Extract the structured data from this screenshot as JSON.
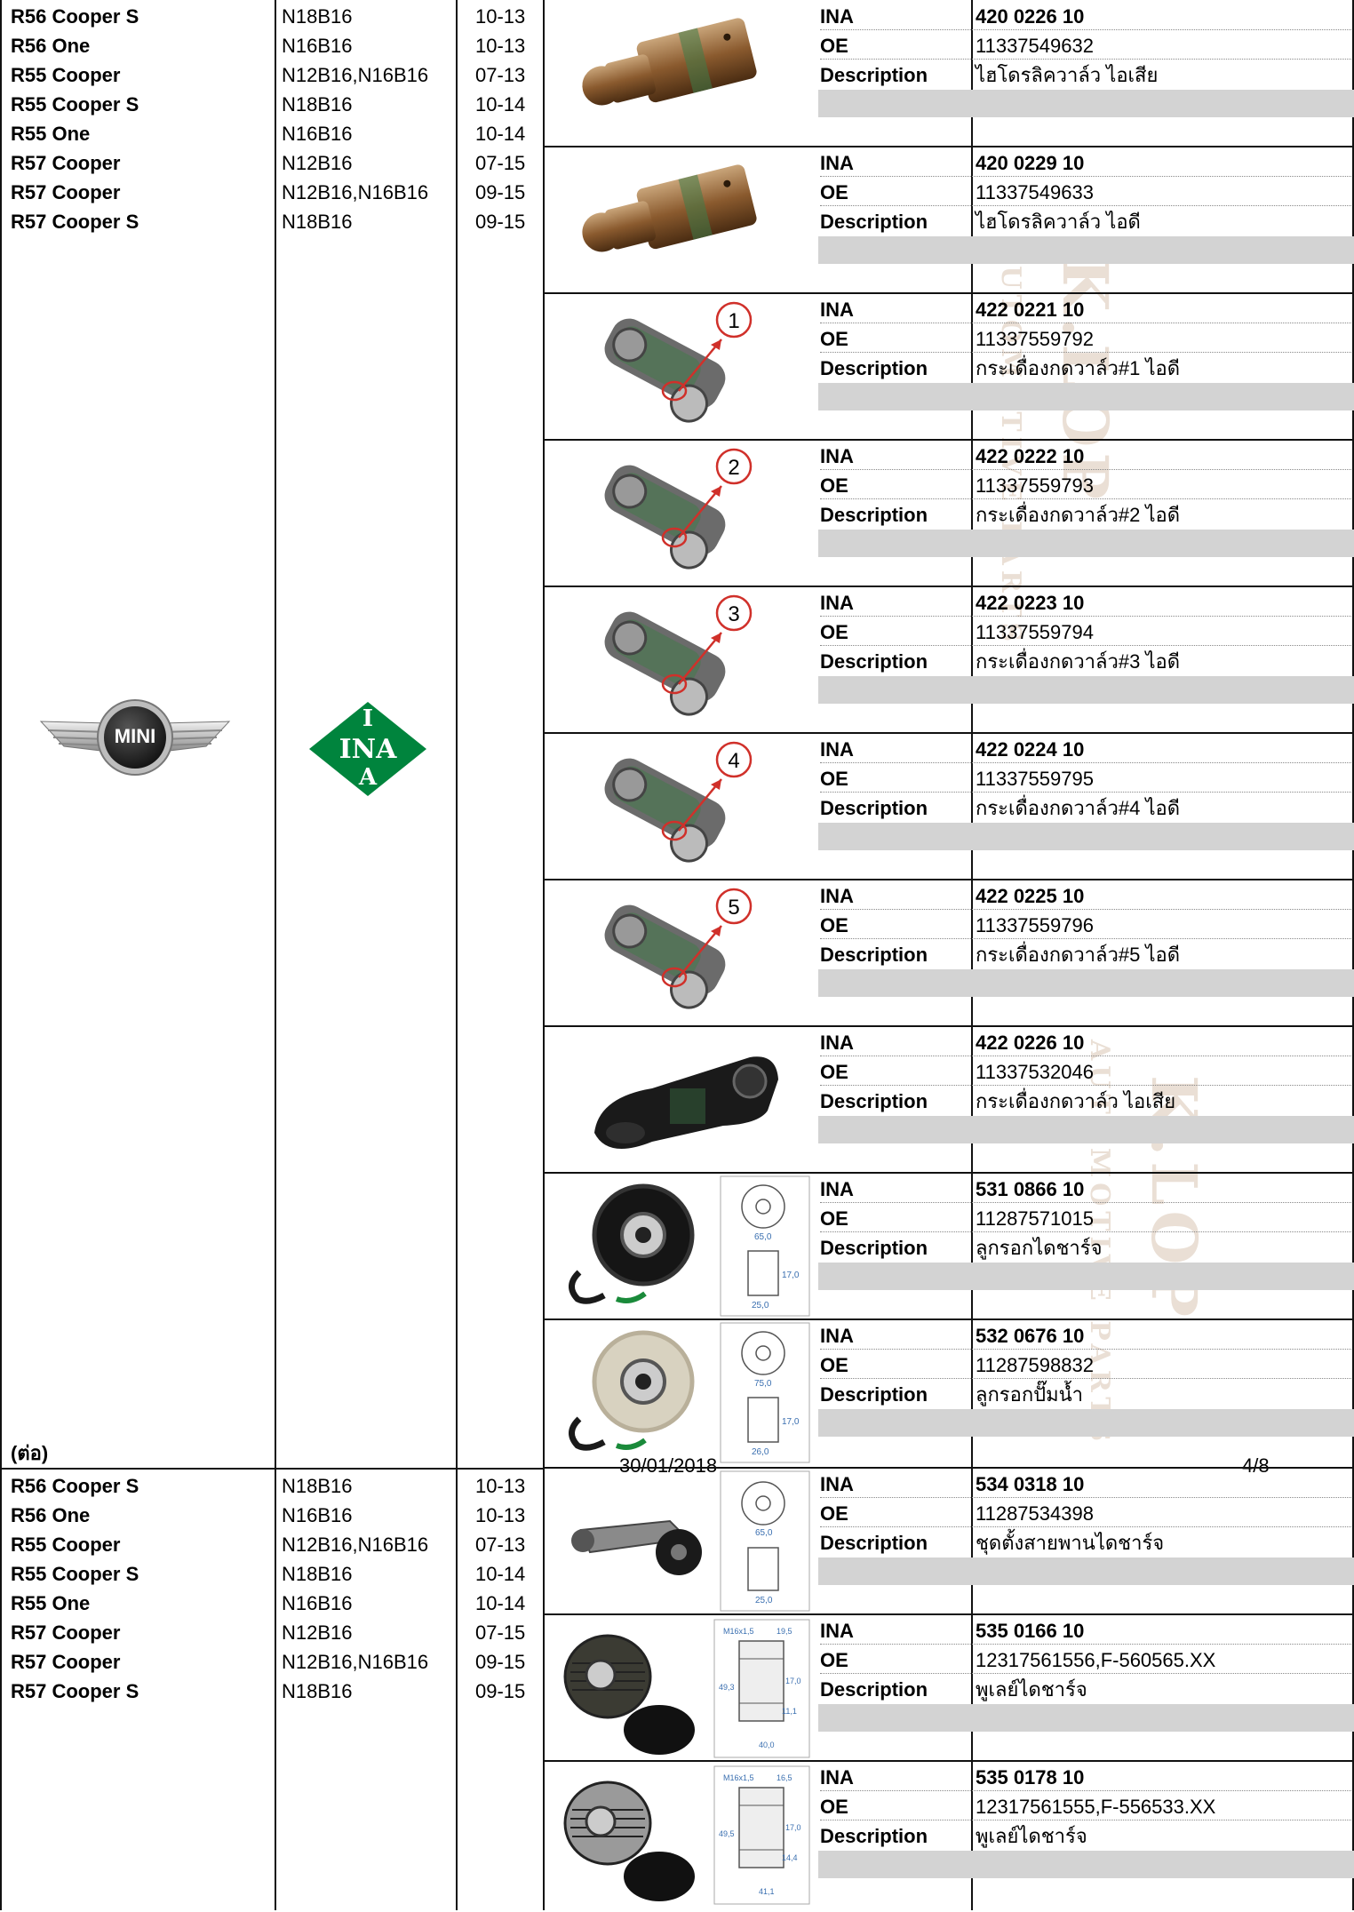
{
  "vehicles_top": [
    {
      "model": "R56 Cooper S",
      "engine": "N18B16",
      "years": "10-13"
    },
    {
      "model": "R56 One",
      "engine": "N16B16",
      "years": "10-13"
    },
    {
      "model": "R55 Cooper",
      "engine": "N12B16,N16B16",
      "years": "07-13"
    },
    {
      "model": "R55 Cooper S",
      "engine": "N18B16",
      "years": "10-14"
    },
    {
      "model": "R55 One",
      "engine": "N16B16",
      "years": "10-14"
    },
    {
      "model": "R57 Cooper",
      "engine": "N12B16",
      "years": "07-15"
    },
    {
      "model": "R57 Cooper",
      "engine": "N12B16,N16B16",
      "years": "09-15"
    },
    {
      "model": "R57 Cooper S",
      "engine": "N18B16",
      "years": "09-15"
    }
  ],
  "continued_label": "(ต่อ)",
  "vehicles_bottom": [
    {
      "model": "R56 Cooper S",
      "engine": "N18B16",
      "years": "10-13"
    },
    {
      "model": "R56 One",
      "engine": "N16B16",
      "years": "10-13"
    },
    {
      "model": "R55 Cooper",
      "engine": "N12B16,N16B16",
      "years": "07-13"
    },
    {
      "model": "R55 Cooper S",
      "engine": "N18B16",
      "years": "10-14"
    },
    {
      "model": "R55 One",
      "engine": "N16B16",
      "years": "10-14"
    },
    {
      "model": "R57 Cooper",
      "engine": "N12B16",
      "years": "07-15"
    },
    {
      "model": "R57 Cooper",
      "engine": "N12B16,N16B16",
      "years": "09-15"
    },
    {
      "model": "R57 Cooper S",
      "engine": "N18B16",
      "years": "09-15"
    }
  ],
  "brand_logo_text": "MINI",
  "ina_logo": {
    "top": "I",
    "mid": "INA",
    "bottom": "A"
  },
  "labels": {
    "ina": "INA",
    "oe": "OE",
    "description": "Description"
  },
  "parts": [
    {
      "ina": "420 0226 10",
      "oe": "11337549632",
      "description": "ไฮโดรลิควาล์ว ไอเสีย",
      "icon": "hydraulic-lifter"
    },
    {
      "ina": "420 0229 10",
      "oe": "11337549633",
      "description": "ไฮโดรลิควาล์ว ไอดี",
      "icon": "hydraulic-lifter"
    },
    {
      "ina": "422 0221 10",
      "oe": "11337559792",
      "description": "กระเดื่องกดวาล์ว#1 ไอดี",
      "icon": "rocker-arm",
      "badge": "1"
    },
    {
      "ina": "422 0222 10",
      "oe": "11337559793",
      "description": "กระเดื่องกดวาล์ว#2 ไอดี",
      "icon": "rocker-arm",
      "badge": "2"
    },
    {
      "ina": "422 0223 10",
      "oe": "11337559794",
      "description": "กระเดื่องกดวาล์ว#3 ไอดี",
      "icon": "rocker-arm",
      "badge": "3"
    },
    {
      "ina": "422 0224 10",
      "oe": "11337559795",
      "description": "กระเดื่องกดวาล์ว#4 ไอดี",
      "icon": "rocker-arm",
      "badge": "4"
    },
    {
      "ina": "422 0225 10",
      "oe": "11337559796",
      "description": "กระเดื่องกดวาล์ว#5 ไอดี",
      "icon": "rocker-arm",
      "badge": "5"
    },
    {
      "ina": "422 0226 10",
      "oe": "11337532046",
      "description": "กระเดื่องกดวาล์ว ไอเสีย",
      "icon": "rocker-arm-black"
    },
    {
      "ina": "531 0866 10",
      "oe": "11287571015",
      "description": "ลูกรอกไดชาร์จ",
      "icon": "idler-pulley",
      "dims": [
        "65,0",
        "17,0",
        "25,0"
      ]
    },
    {
      "ina": "532 0676 10",
      "oe": "11287598832",
      "description": "ลูกรอกปั๊มน้ำ",
      "icon": "idler-pulley-light",
      "dims": [
        "75,0",
        "17,0",
        "26,0"
      ]
    },
    {
      "ina": "534 0318 10",
      "oe": "11287534398",
      "description": "ชุดตั้งสายพานไดชาร์จ",
      "icon": "belt-tensioner",
      "dims": [
        "65,0",
        "25,0"
      ]
    },
    {
      "ina": "535 0166 10",
      "oe": "12317561556,F-560565.XX",
      "description": "พูเลย์ไดชาร์จ",
      "icon": "alternator-pulley",
      "dims": [
        "M16x1,5",
        "19,5",
        "49,3",
        "17,0",
        "11,1",
        "40,0"
      ]
    },
    {
      "ina": "535 0178 10",
      "oe": "12317561555,F-556533.XX",
      "description": "พูเลย์ไดชาร์จ",
      "icon": "alternator-pulley-silver",
      "dims": [
        "M16x1,5",
        "16,5",
        "49,5",
        "17,0",
        "14,4",
        "41,1"
      ]
    }
  ],
  "footer": {
    "date": "30/01/2018",
    "page": "4/8"
  },
  "watermark": {
    "line1": "K.LOP",
    "line2": "AUTOMOTIVE PARTS"
  },
  "colors": {
    "ina_green": "#00843d",
    "grey_bar": "#d3d3d3",
    "badge_red": "#d0302a"
  }
}
